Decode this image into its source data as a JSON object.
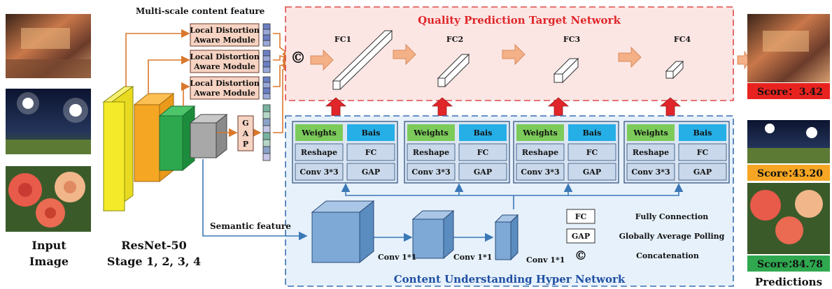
{
  "title_top": "Multi-scale content feature",
  "ldam": [
    "Local Distortion",
    "Aware Module"
  ],
  "gap_vertical": [
    "G",
    "A",
    "P"
  ],
  "concat_symbol": "©",
  "qptn": {
    "title": "Quality Prediction Target Network",
    "fc_labels": [
      "FC1",
      "FC2",
      "FC3",
      "FC4"
    ]
  },
  "hyper": {
    "title": "Content Understanding Hyper Network",
    "block": {
      "weights": "Weights",
      "bais": "Bais",
      "reshape": "Reshape",
      "fc": "FC",
      "conv": "Conv 3*3",
      "gap": "GAP"
    },
    "conv_labels": [
      "Conv 1*1",
      "Conv 1*1",
      "Conv 1*1"
    ]
  },
  "legend": [
    {
      "key": "FC",
      "desc": "Fully Connection"
    },
    {
      "key": "GAP",
      "desc": "Globally Average Polling"
    },
    {
      "key": "©",
      "desc": "Concatenation"
    }
  ],
  "semantic_feature": "Semantic feature",
  "input_label": [
    "Input",
    "Image"
  ],
  "resnet_label": [
    "ResNet-50",
    "Stage 1, 2, 3, 4"
  ],
  "scores": [
    {
      "label": "Score：",
      "value": "3.42",
      "color": "#e8231f"
    },
    {
      "label": "Score：",
      "value": "43.20",
      "color": "#f6a623"
    },
    {
      "label": "Score：",
      "value": "84.78",
      "color": "#2fa84f"
    }
  ],
  "predictions_label": "Predictions"
}
